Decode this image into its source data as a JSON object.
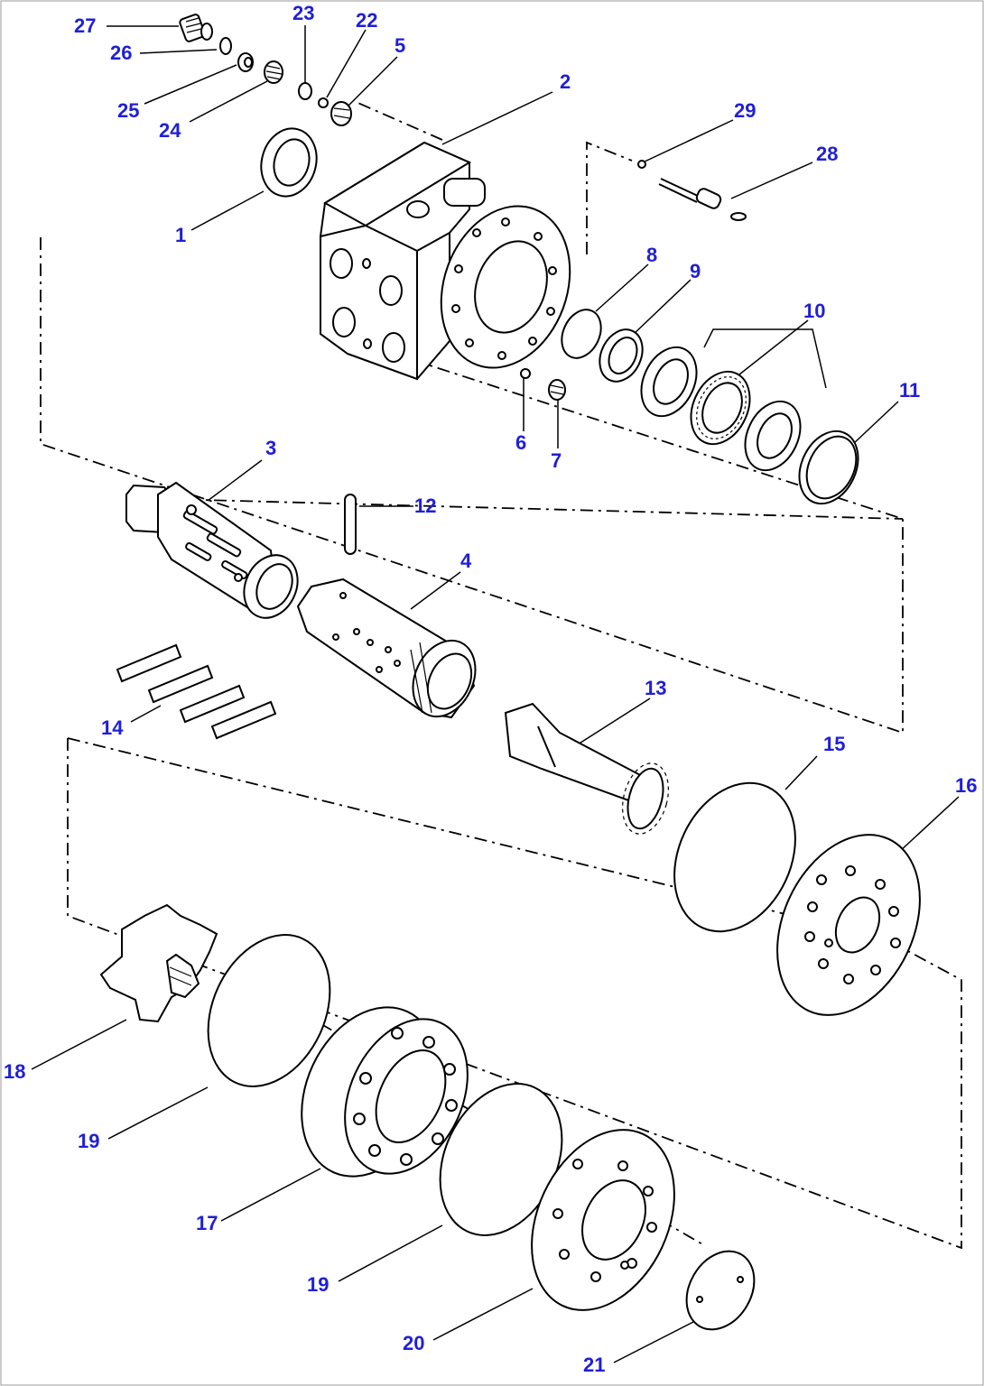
{
  "colors": {
    "label": "#1f1fd8",
    "line": "#000000",
    "background": "#ffffff"
  },
  "labels": {
    "p1": "1",
    "p2": "2",
    "p3": "3",
    "p4": "4",
    "p5": "5",
    "p6": "6",
    "p7": "7",
    "p8": "8",
    "p9": "9",
    "p10": "10",
    "p11": "11",
    "p12": "12",
    "p13": "13",
    "p14": "14",
    "p15": "15",
    "p16": "16",
    "p17": "17",
    "p18": "18",
    "p19a": "19",
    "p19b": "19",
    "p20": "20",
    "p21": "21",
    "p22": "22",
    "p23": "23",
    "p24": "24",
    "p25": "25",
    "p26": "26",
    "p27": "27",
    "p28": "28",
    "p29": "29"
  }
}
